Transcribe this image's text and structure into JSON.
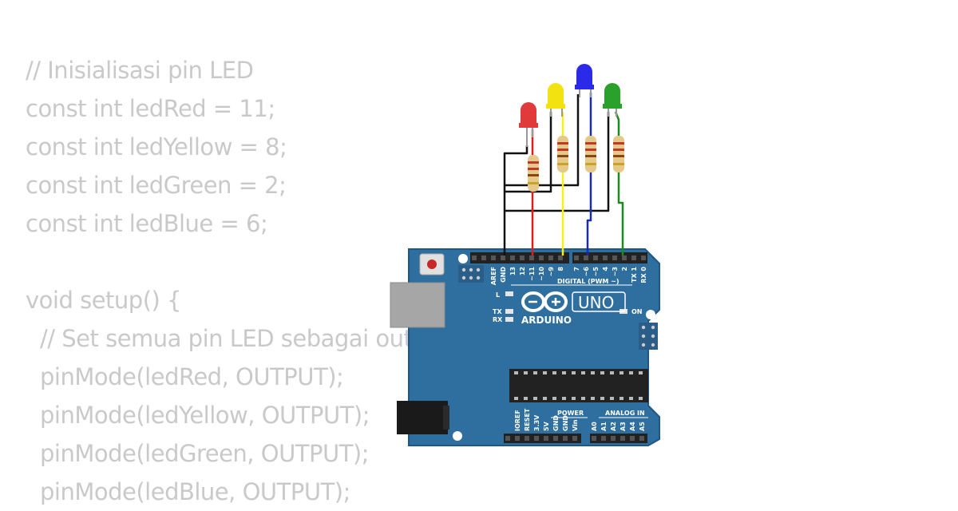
{
  "code_lines": [
    {
      "text": "// Inisialisasi pin LED",
      "indent": false
    },
    {
      "text": "const int ledRed = 11;",
      "indent": false
    },
    {
      "text": "const int ledYellow = 8;",
      "indent": false
    },
    {
      "text": "const int ledGreen = 2;",
      "indent": false
    },
    {
      "text": "const int ledBlue = 6;",
      "indent": false
    },
    {
      "text": "",
      "indent": false
    },
    {
      "text": "void setup() {",
      "indent": false
    },
    {
      "text": "// Set semua pin LED sebagai output",
      "indent": true
    },
    {
      "text": "pinMode(ledRed, OUTPUT);",
      "indent": true
    },
    {
      "text": "pinMode(ledYellow, OUTPUT);",
      "indent": true
    },
    {
      "text": "pinMode(ledGreen, OUTPUT);",
      "indent": true
    },
    {
      "text": "pinMode(ledBlue, OUTPUT);",
      "indent": true
    }
  ],
  "board": {
    "brand": "ARDUINO",
    "model": "UNO",
    "digital_header": "DIGITAL (PWM ~)",
    "power_header": "POWER",
    "analog_header": "ANALOG IN",
    "led_l": "L",
    "led_tx": "TX",
    "led_rx": "RX",
    "led_on": "ON",
    "top_pins": [
      "AREF",
      "GND",
      "13",
      "12",
      "~11",
      "~10",
      "~9",
      "8",
      "7",
      "~6",
      "~5",
      "4",
      "~3",
      "2",
      "TX 1",
      "RX 0"
    ],
    "power_pins": [
      "IOREF",
      "RESET",
      "3.3V",
      "5V",
      "GND",
      "GND",
      "Vin"
    ],
    "analog_pins": [
      "A0",
      "A1",
      "A2",
      "A3",
      "A4",
      "A5"
    ],
    "color": "#2f6f9f"
  },
  "leds": [
    {
      "name": "red",
      "color": "#e03a3a"
    },
    {
      "name": "yellow",
      "color": "#f2e20f"
    },
    {
      "name": "blue",
      "color": "#2a2ae8"
    },
    {
      "name": "green",
      "color": "#2aa12a"
    }
  ],
  "wire_colors": {
    "gnd": "#111111",
    "red": "#d42020",
    "yellow": "#f5ef1a",
    "blue": "#1a2ab0",
    "green": "#1e8a1e"
  }
}
